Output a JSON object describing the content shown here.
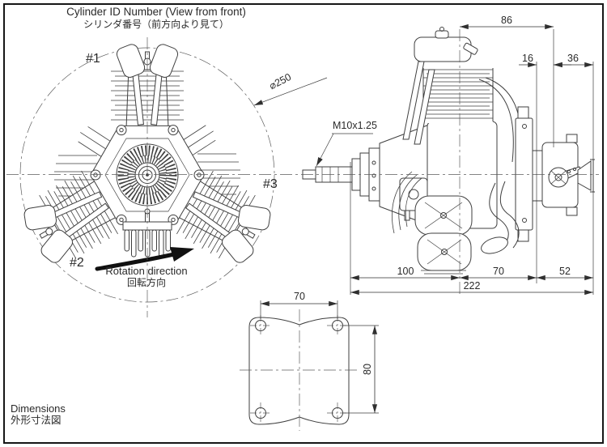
{
  "drawing": {
    "title": {
      "en": "Cylinder ID Number (View from front)",
      "jp": "シリンダ番号（前方向より見て）"
    },
    "footer": {
      "en": "Dimensions",
      "jp": "外形寸法図"
    },
    "front_view": {
      "cylinders": [
        {
          "label": "#1"
        },
        {
          "label": "#2"
        },
        {
          "label": "#3"
        }
      ],
      "reference_diameter": "⌀250",
      "rotation": {
        "en": "Rotation direction",
        "jp": "回転方向"
      }
    },
    "side_view": {
      "crankshaft_thread": "M10x1.25",
      "dimensions": {
        "top_overall": "86",
        "rear_flange": "16",
        "carb_depth": "36",
        "front_section": "100",
        "mid_section": "70",
        "rear_section": "52",
        "overall_length": "222"
      }
    },
    "mounting": {
      "hole_spacing_x": "70",
      "hole_spacing_y": "80"
    },
    "colors": {
      "line": "#3f3f3f",
      "text": "#2a2a2a",
      "arrow": "#111111",
      "background": "#ffffff",
      "border": "#161616"
    }
  }
}
